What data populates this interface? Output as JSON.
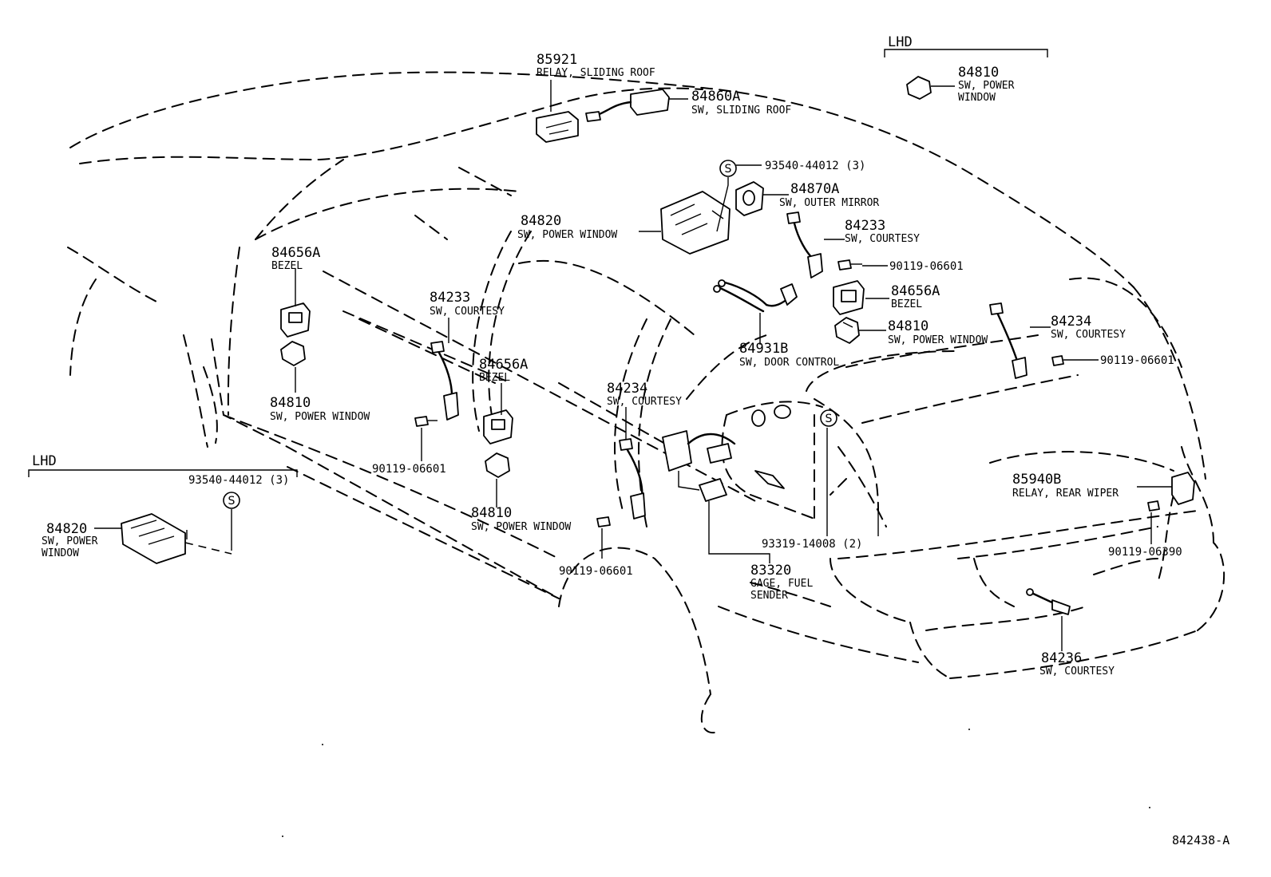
{
  "diagram_id": "842438-A",
  "lhd_label": "LHD",
  "s_mark": "S",
  "callouts": {
    "c85921": {
      "num": "85921",
      "desc": "RELAY, SLIDING ROOF"
    },
    "c84860a": {
      "num": "84860A",
      "desc": "SW, SLIDING ROOF"
    },
    "c93540_top": {
      "num": "93540-44012 (3)"
    },
    "c84870a": {
      "num": "84870A",
      "desc": "SW, OUTER MIRROR"
    },
    "c84233_r": {
      "num": "84233",
      "desc": "SW, COURTESY"
    },
    "c90119_a": {
      "num": "90119-06601"
    },
    "c84656a_r": {
      "num": "84656A",
      "desc": "BEZEL"
    },
    "c84810_r": {
      "num": "84810",
      "desc": "SW, POWER WINDOW"
    },
    "c84234_r": {
      "num": "84234",
      "desc": "SW, COURTESY"
    },
    "c90119_b": {
      "num": "90119-06601"
    },
    "c84820": {
      "num": "84820",
      "desc": "SW, POWER WINDOW"
    },
    "c84931b": {
      "num": "84931B",
      "desc": "SW, DOOR CONTROL"
    },
    "c84656a_l": {
      "num": "84656A",
      "desc": "BEZEL"
    },
    "c84233_l": {
      "num": "84233",
      "desc": "SW, COURTESY"
    },
    "c84656a_m": {
      "num": "84656A",
      "desc": "BEZEL"
    },
    "c84810_l": {
      "num": "84810",
      "desc": "SW, POWER WINDOW"
    },
    "c90119_c": {
      "num": "90119-06601"
    },
    "c84234_m": {
      "num": "84234",
      "desc": "SW, COURTESY"
    },
    "c84810_m": {
      "num": "84810",
      "desc": "SW, POWER WINDOW"
    },
    "c90119_d": {
      "num": "90119-06601"
    },
    "c93319": {
      "num": "93319-14008 (2)"
    },
    "c83320": {
      "num": "83320",
      "desc1": "GAGE, FUEL",
      "desc2": "SENDER"
    },
    "c85940b": {
      "num": "85940B",
      "desc": "RELAY, REAR WIPER"
    },
    "c90119_e": {
      "num": "90119-06390"
    },
    "c84236": {
      "num": "84236",
      "desc": "SW, COURTESY"
    },
    "lhd_top": {
      "num": "84810",
      "desc1": "SW, POWER",
      "desc2": "WINDOW"
    },
    "lhd_left": {
      "num_screw": "93540-44012 (3)",
      "num": "84820",
      "desc1": "SW, POWER",
      "desc2": "WINDOW"
    }
  }
}
